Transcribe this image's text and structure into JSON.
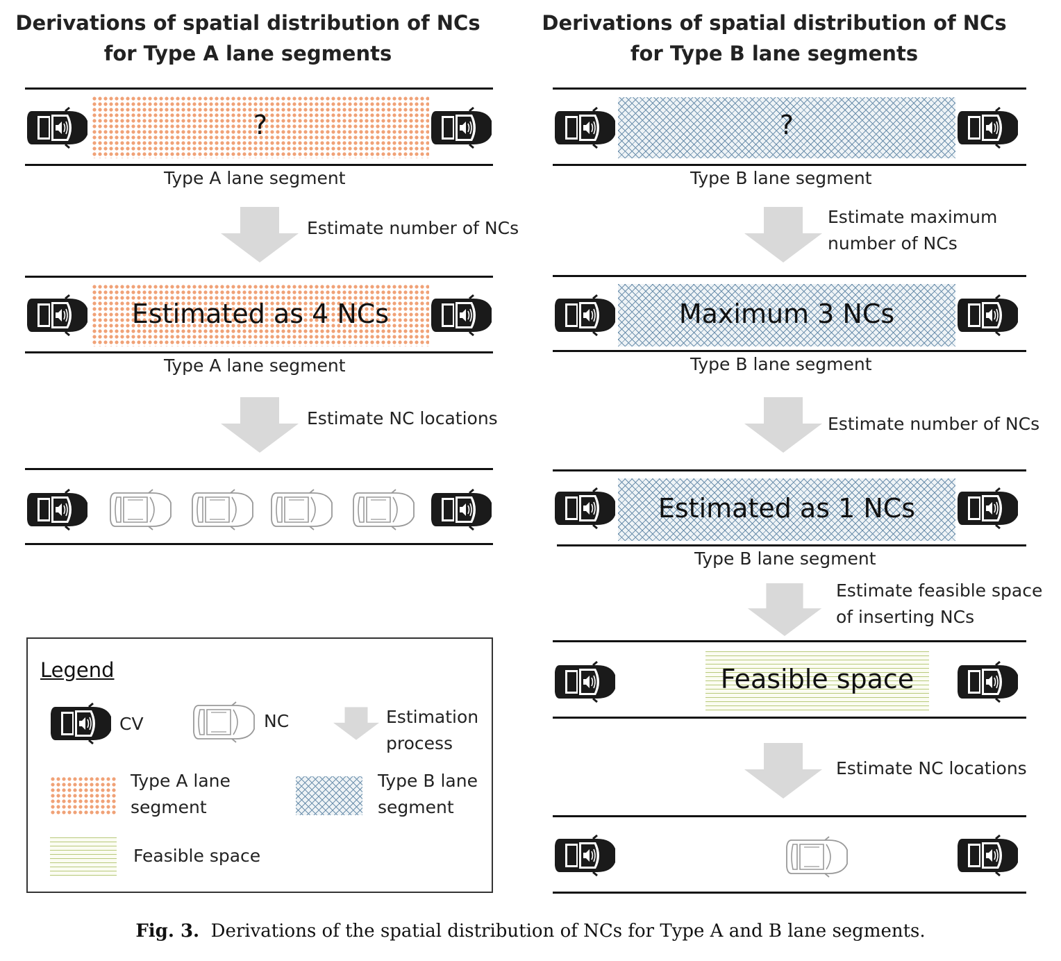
{
  "left": {
    "title_line1": "Derivations of spatial distribution of NCs",
    "title_line2": "for Type A lane segments",
    "row1": {
      "center_text": "?",
      "segment_label": "Type A lane segment"
    },
    "step1": "Estimate number of NCs",
    "row2": {
      "center_text": "Estimated as 4 NCs",
      "segment_label": "Type A lane segment"
    },
    "step2": "Estimate NC locations"
  },
  "right": {
    "title_line1": "Derivations of spatial distribution of NCs",
    "title_line2": "for Type B lane segments",
    "row1": {
      "center_text": "?",
      "segment_label": "Type B lane segment"
    },
    "step1_line1": "Estimate maximum",
    "step1_line2": "number of NCs",
    "row2": {
      "center_text": "Maximum 3 NCs",
      "segment_label": "Type B lane segment"
    },
    "step2": "Estimate number of NCs",
    "row3": {
      "center_text": "Estimated as 1 NCs",
      "segment_label": "Type B lane segment"
    },
    "step3_line1": "Estimate feasible space",
    "step3_line2": "of inserting NCs",
    "row4": {
      "center_text": "Feasible space"
    },
    "step4": "Estimate NC locations"
  },
  "legend": {
    "title": "Legend",
    "cv": "CV",
    "nc": "NC",
    "estimation_line1": "Estimation",
    "estimation_line2": "process",
    "type_a_line1": "Type A lane",
    "type_a_line2": "segment",
    "type_b_line1": "Type B lane",
    "type_b_line2": "segment",
    "feasible": "Feasible space"
  },
  "caption": {
    "label": "Fig. 3.",
    "text": "Derivations of the spatial distribution of NCs for Type A and B lane segments."
  },
  "icons": {
    "cv": "connected-vehicle-icon",
    "nc": "non-connected-vehicle-icon",
    "arrow": "down-arrow-icon"
  },
  "colors": {
    "type_a_pattern": "#f0a277",
    "type_b_pattern": "#6d90ad",
    "feasible_pattern": "#b8c97b",
    "arrow": "#d9d9d9"
  }
}
